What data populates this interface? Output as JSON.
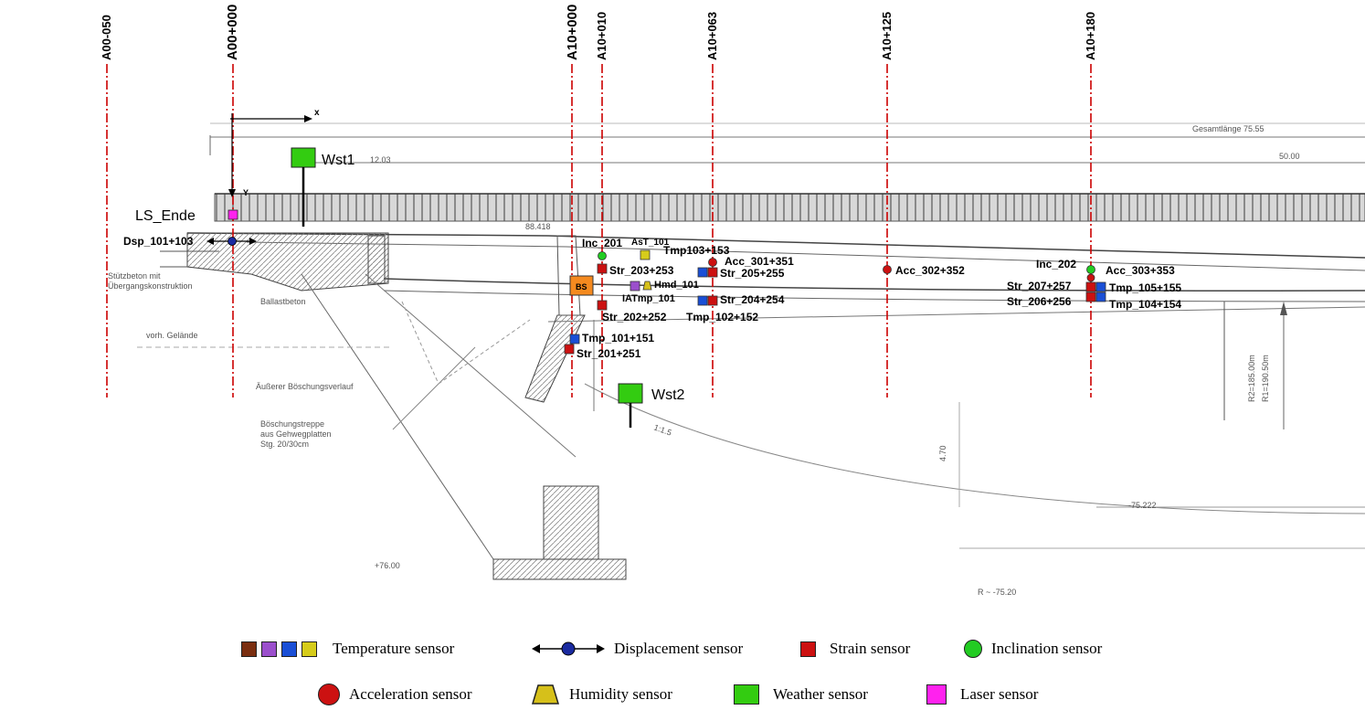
{
  "sections": [
    {
      "id": "a00-050",
      "label": "A00-050"
    },
    {
      "id": "a00-000",
      "label": "A00+000"
    },
    {
      "id": "a10-000",
      "label": "A10+000"
    },
    {
      "id": "a10-010",
      "label": "A10+010"
    },
    {
      "id": "a10-063",
      "label": "A10+063"
    },
    {
      "id": "a10-125",
      "label": "A10+125"
    },
    {
      "id": "a10-180",
      "label": "A10+180"
    }
  ],
  "axes": {
    "x": "x",
    "y": "Y"
  },
  "weather_stations": {
    "wst1": "Wst1",
    "wst2": "Wst2"
  },
  "sensors": {
    "ls_ende": "LS_Ende",
    "dsp_101": "Dsp_101+103",
    "bs": "BS",
    "inc_201": "Inc_201",
    "ast_101": "AsT_101",
    "tmp103": "Tmp103+153",
    "acc_301": "Acc_301+351",
    "str_203": "Str_203+253",
    "str_205": "Str_205+255",
    "hmd_101": "Hmd_101",
    "iatmp_101": "IATmp_101",
    "str_204": "Str_204+254",
    "str_202": "Str_202+252",
    "tmp_102": "Tmp_102+152",
    "tmp_101": "Tmp_101+151",
    "str_201": "Str_201+251",
    "acc_302": "Acc_302+352",
    "inc_202": "Inc_202",
    "acc_303": "Acc_303+353",
    "str_207": "Str_207+257",
    "tmp_105": "Tmp_105+155",
    "str_206": "Str_206+256",
    "tmp_104": "Tmp_104+154"
  },
  "drawing_text": {
    "gesamtlaenge": "Gesamtlänge  75.55",
    "dim_50": "50.00",
    "dim_1203": "12.03",
    "elev_88": "88.418",
    "stuetzbeton": "Stützbeton mit",
    "uebergang": "Übergangskonstruktion",
    "ballast": "Ballastbeton",
    "gelaende": "vorh. Gelände",
    "boeschungsverlauf": "Äußerer Böschungsverlauf",
    "treppe1": "Böschungstreppe",
    "treppe2": "aus Gehwegplatten",
    "treppe3": "Stg. 20/30cm",
    "slope": "1:1.5",
    "r2": "R2=185.00m",
    "r1": "R1=190.50m",
    "dim_470": "4.70",
    "elev_75": "-75.222",
    "elev_76": "+76.00",
    "r_75": "R ~ -75.20"
  },
  "legend": {
    "temperature": "Temperature sensor",
    "displacement": "Displacement sensor",
    "strain": "Strain sensor",
    "inclination": "Inclination sensor",
    "acceleration": "Acceleration sensor",
    "humidity": "Humidity sensor",
    "weather": "Weather sensor",
    "laser": "Laser sensor"
  },
  "colors": {
    "section_line": "#cc0000",
    "strain": "#cc1111",
    "temperature": [
      "#7a2e10",
      "#9b4fcc",
      "#1a4fd6",
      "#d6cc1a"
    ],
    "displacement": "#1a2aa0",
    "inclination": "#22cc22",
    "acceleration": "#cc1111",
    "humidity": "#d6c01a",
    "weather": "#33cc11",
    "laser": "#ff22ee",
    "bs": "#f58a1f"
  }
}
